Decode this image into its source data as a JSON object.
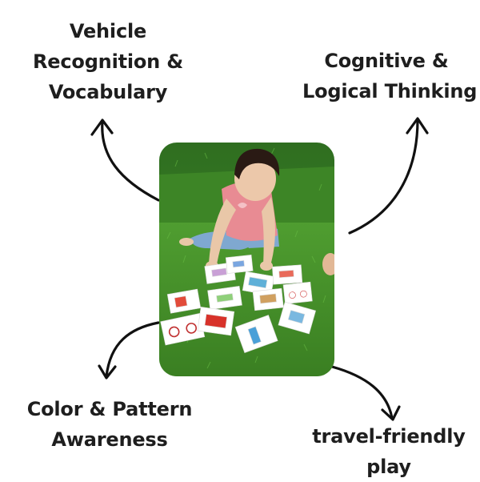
{
  "benefits": {
    "vehicle": {
      "lines": [
        "Vehicle",
        "Recognition &",
        "Vocabulary"
      ]
    },
    "cognitive": {
      "lines": [
        "Cognitive &",
        "Logical Thinking"
      ]
    },
    "color": {
      "lines": [
        "Color & Pattern",
        "Awareness"
      ]
    },
    "travel": {
      "lines": [
        "travel-friendly",
        "play"
      ]
    }
  },
  "colors": {
    "text": "#1e1e1e",
    "arrow": "#111111",
    "grass_dark": "#2e6b1e",
    "grass_light": "#57a534",
    "shirt": "#e88b93",
    "jeans": "#7fa8d0"
  },
  "icons": [
    "curved-arrow-icon",
    "child-photo"
  ]
}
